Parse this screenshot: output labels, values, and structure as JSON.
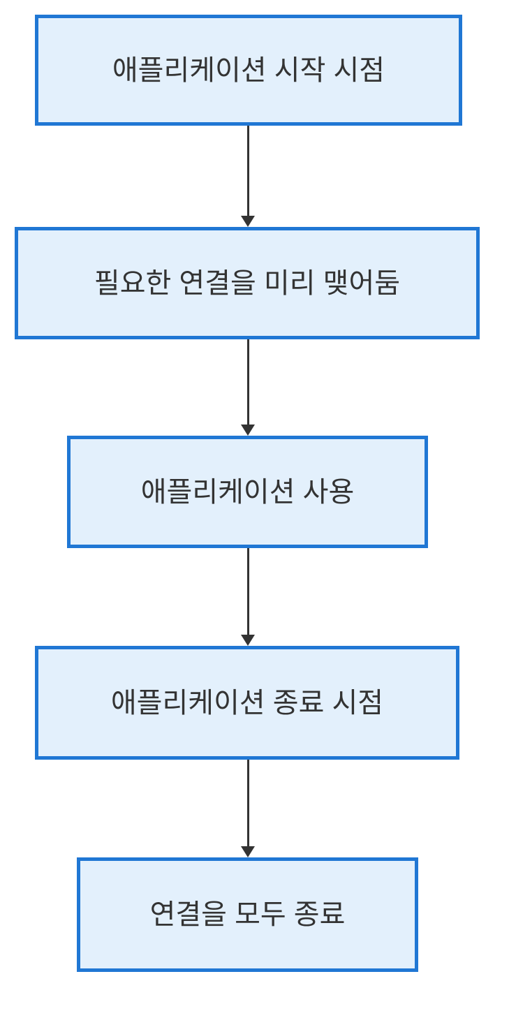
{
  "diagram": {
    "type": "flowchart",
    "direction": "top-down",
    "nodes": [
      {
        "id": "app-start",
        "label": "애플리케이션 시작 시점"
      },
      {
        "id": "pre-connect",
        "label": "필요한 연결을 미리 맺어둠"
      },
      {
        "id": "app-use",
        "label": "애플리케이션 사용"
      },
      {
        "id": "app-end",
        "label": "애플리케이션 종료 시점"
      },
      {
        "id": "close-connections",
        "label": "연결을 모두 종료"
      }
    ],
    "edges": [
      {
        "from": "app-start",
        "to": "pre-connect"
      },
      {
        "from": "pre-connect",
        "to": "app-use"
      },
      {
        "from": "app-use",
        "to": "app-end"
      },
      {
        "from": "app-end",
        "to": "close-connections"
      }
    ],
    "colors": {
      "node_fill": "#E3F0FC",
      "node_border": "#2077D4",
      "node_text": "#333333",
      "arrow": "#333333",
      "background": "#FFFFFF"
    }
  }
}
